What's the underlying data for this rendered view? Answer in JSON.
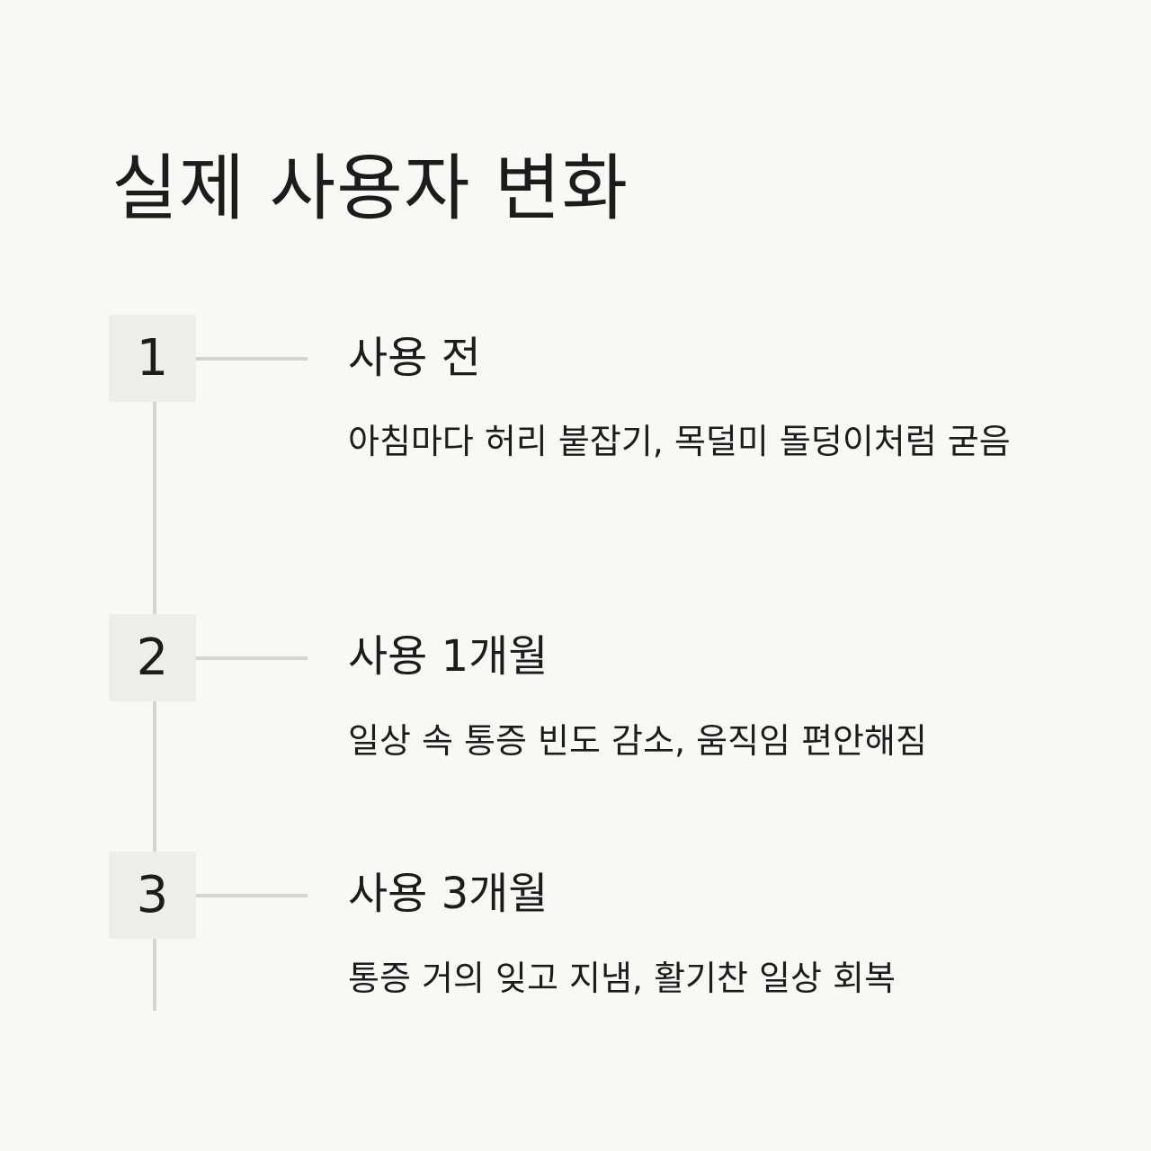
{
  "title": "실제 사용자 변화",
  "steps": [
    {
      "number": "1",
      "heading": "사용 전",
      "description": "아침마다 허리 붙잡기, 목덜미 돌덩이처럼 굳음"
    },
    {
      "number": "2",
      "heading": "사용 1개월",
      "description": "일상 속 통증 빈도 감소, 움직임 편안해짐"
    },
    {
      "number": "3",
      "heading": "사용 3개월",
      "description": "통증 거의 잊고 지냄, 활기찬 일상 회복"
    }
  ]
}
